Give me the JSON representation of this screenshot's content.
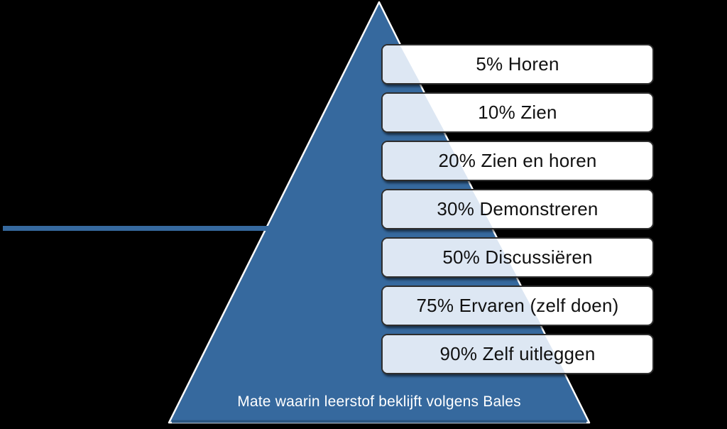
{
  "background_color": "#000000",
  "pyramid": {
    "caption": "Mate waarin leerstof beklijft volgens Bales",
    "caption_color": "#ffffff",
    "fill_color": "#36699E",
    "outline_color": "#ffffff",
    "base_edge_color": "#2b5682",
    "tint_color": "#dde7f3"
  },
  "connector_line": {
    "color": "#36699E"
  },
  "box_style": {
    "background": "#ffffff",
    "border_color": "#2e2e2e",
    "text_color": "#111111"
  },
  "levels": [
    {
      "value": 5,
      "method": "Horen",
      "text": "5% Horen"
    },
    {
      "value": 10,
      "method": "Zien",
      "text": "10% Zien"
    },
    {
      "value": 20,
      "method": "Zien en horen",
      "text": "20% Zien en horen"
    },
    {
      "value": 30,
      "method": "Demonstreren",
      "text": "30% Demonstreren"
    },
    {
      "value": 50,
      "method": "Discussiëren",
      "text": "50% Discussiëren"
    },
    {
      "value": 75,
      "method": "Ervaren (zelf doen)",
      "text": "75% Ervaren (zelf doen)"
    },
    {
      "value": 90,
      "method": "Zelf uitleggen",
      "text": "90% Zelf uitleggen"
    }
  ]
}
